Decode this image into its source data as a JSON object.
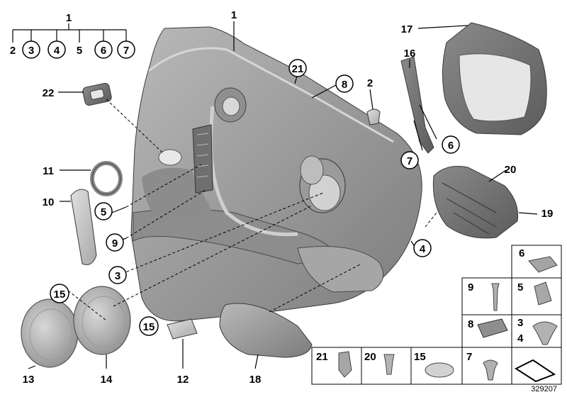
{
  "diagram": {
    "reference_number": "329207",
    "callouts": {
      "c1_top": "1",
      "c1_main": "1",
      "c2_sub": "2",
      "c3_sub": "3",
      "c4_sub": "4",
      "c5_sub": "5",
      "c6_sub": "6",
      "c7_sub": "7",
      "c2_clip": "2",
      "c3_main": "3",
      "c4_main": "4",
      "c5_main": "5",
      "c6_main": "6",
      "c7_main": "7",
      "c8_main": "8",
      "c9_main": "9",
      "c10": "10",
      "c11": "11",
      "c12": "12",
      "c13": "13",
      "c14": "14",
      "c15_a": "15",
      "c15_b": "15",
      "c16": "16",
      "c17": "17",
      "c18": "18",
      "c19": "19",
      "c20": "20",
      "c21": "21",
      "c22": "22"
    },
    "grid_labels": {
      "g6": "6",
      "g9": "9",
      "g5": "5",
      "g8": "8",
      "g3": "3",
      "g4": "4",
      "g21": "21",
      "g20": "20",
      "g15": "15",
      "g7": "7"
    }
  }
}
